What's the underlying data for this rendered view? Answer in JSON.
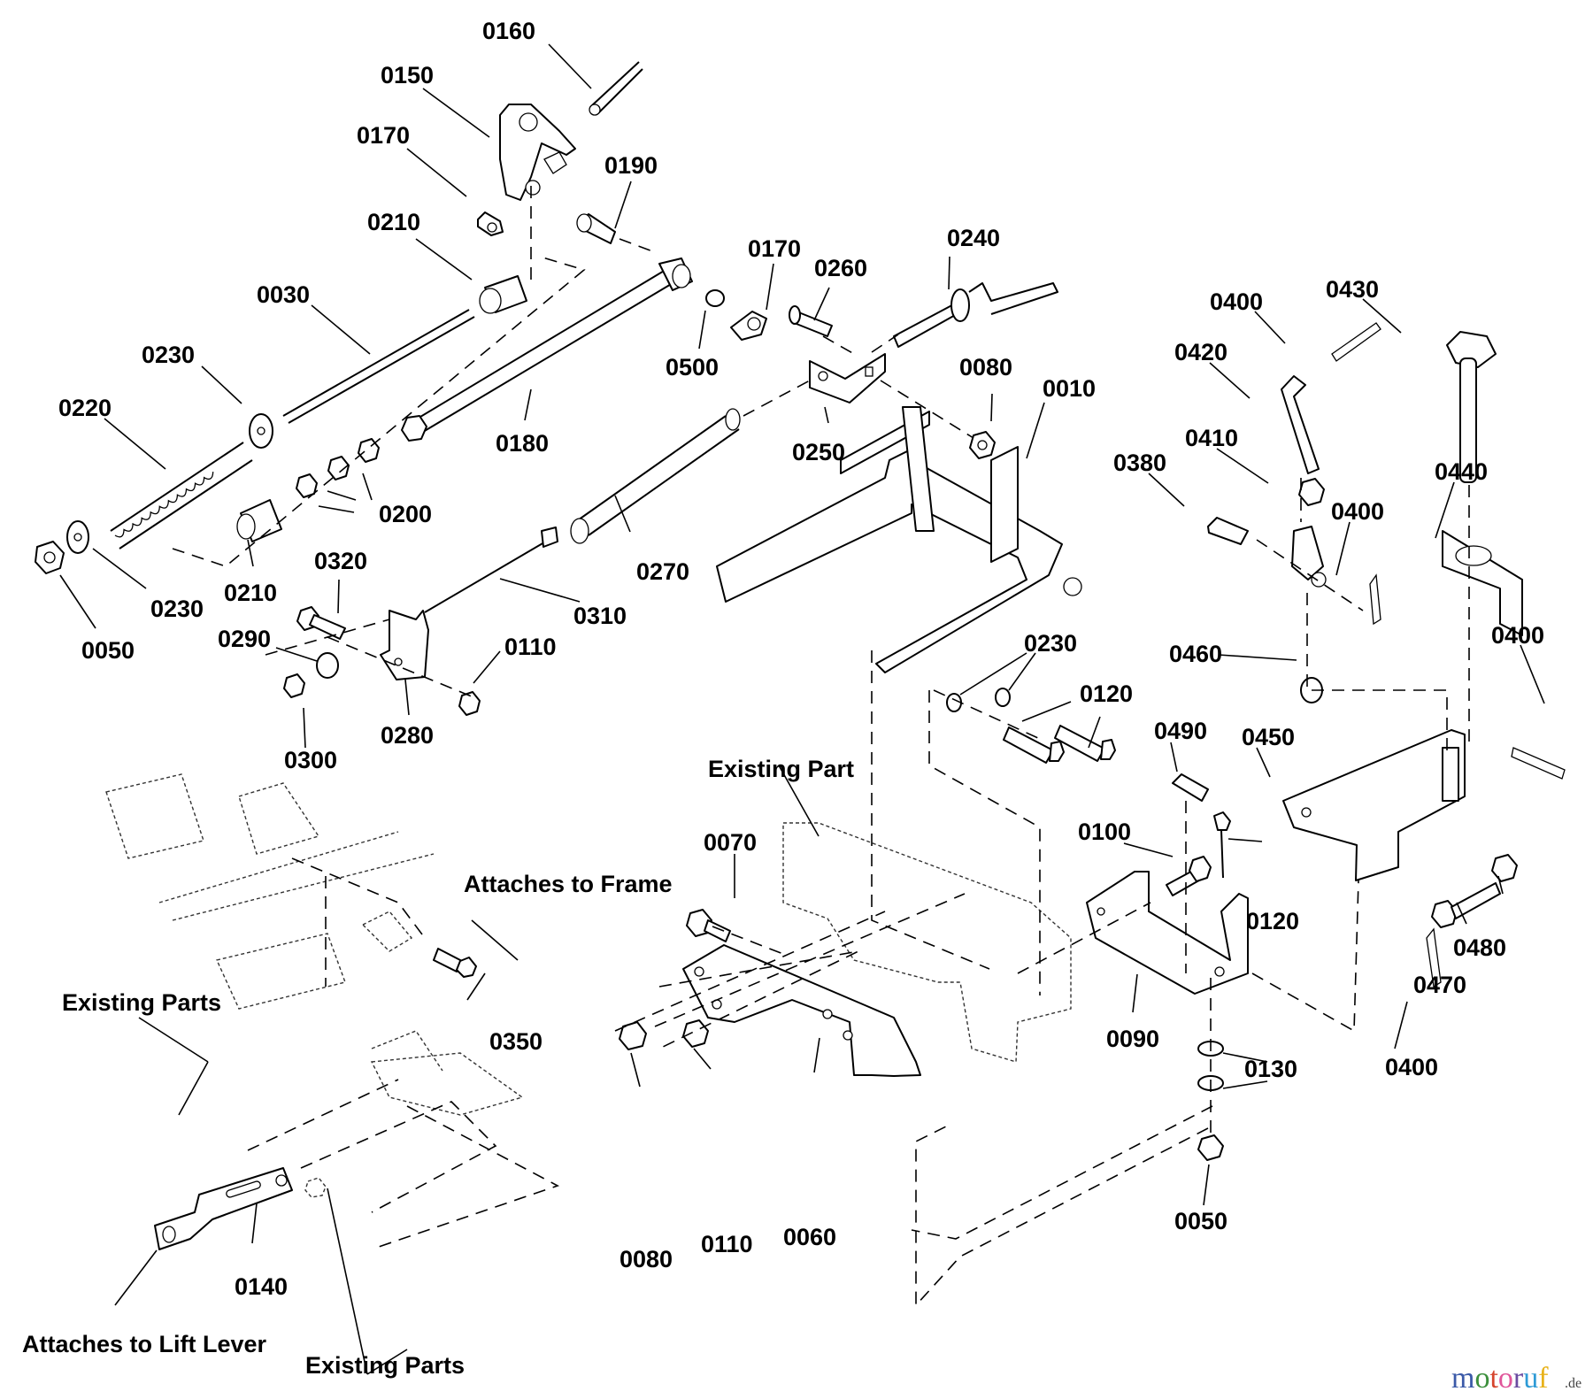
{
  "diagram": {
    "type": "exploded-parts-diagram",
    "callouts": [
      {
        "id": "c0160",
        "label": "0160"
      },
      {
        "id": "c0150",
        "label": "0150"
      },
      {
        "id": "c0170a",
        "label": "0170"
      },
      {
        "id": "c0190",
        "label": "0190"
      },
      {
        "id": "c0210a",
        "label": "0210"
      },
      {
        "id": "c0030",
        "label": "0030"
      },
      {
        "id": "c0230a",
        "label": "0230"
      },
      {
        "id": "c0220",
        "label": "0220"
      },
      {
        "id": "c0170b",
        "label": "0170"
      },
      {
        "id": "c0240",
        "label": "0240"
      },
      {
        "id": "c0260",
        "label": "0260"
      },
      {
        "id": "c0500",
        "label": "0500"
      },
      {
        "id": "c0180",
        "label": "0180"
      },
      {
        "id": "c0080a",
        "label": "0080"
      },
      {
        "id": "c0010",
        "label": "0010"
      },
      {
        "id": "c0250",
        "label": "0250"
      },
      {
        "id": "c0200",
        "label": "0200"
      },
      {
        "id": "c0050a",
        "label": "0050"
      },
      {
        "id": "c0230b",
        "label": "0230"
      },
      {
        "id": "c0210b",
        "label": "0210"
      },
      {
        "id": "c0270",
        "label": "0270"
      },
      {
        "id": "c0320",
        "label": "0320"
      },
      {
        "id": "c0310",
        "label": "0310"
      },
      {
        "id": "c0290",
        "label": "0290"
      },
      {
        "id": "c0110a",
        "label": "0110"
      },
      {
        "id": "c0300",
        "label": "0300"
      },
      {
        "id": "c0280",
        "label": "0280"
      },
      {
        "id": "c0230c",
        "label": "0230"
      },
      {
        "id": "c0120a",
        "label": "0120"
      },
      {
        "id": "c0400a",
        "label": "0400"
      },
      {
        "id": "c0430",
        "label": "0430"
      },
      {
        "id": "c0420",
        "label": "0420"
      },
      {
        "id": "c0410",
        "label": "0410"
      },
      {
        "id": "c0380",
        "label": "0380"
      },
      {
        "id": "c0440",
        "label": "0440"
      },
      {
        "id": "c0400b",
        "label": "0400"
      },
      {
        "id": "c0460",
        "label": "0460"
      },
      {
        "id": "c0400c",
        "label": "0400"
      },
      {
        "id": "c0490",
        "label": "0490"
      },
      {
        "id": "c0450",
        "label": "0450"
      },
      {
        "id": "c0100",
        "label": "0100"
      },
      {
        "id": "c0120b",
        "label": "0120"
      },
      {
        "id": "c0480",
        "label": "0480"
      },
      {
        "id": "c0470",
        "label": "0470"
      },
      {
        "id": "c0090",
        "label": "0090"
      },
      {
        "id": "c0130",
        "label": "0130"
      },
      {
        "id": "c0400d",
        "label": "0400"
      },
      {
        "id": "c0050b",
        "label": "0050"
      },
      {
        "id": "c0070",
        "label": "0070"
      },
      {
        "id": "c0060",
        "label": "0060"
      },
      {
        "id": "c0110b",
        "label": "0110"
      },
      {
        "id": "c0080b",
        "label": "0080"
      },
      {
        "id": "c0350",
        "label": "0350"
      },
      {
        "id": "c0140",
        "label": "0140"
      }
    ],
    "annotations": {
      "existing_part": "Existing Part",
      "attaches_to_frame": "Attaches to Frame",
      "existing_parts_left": "Existing Parts",
      "attaches_to_lift_lever": "Attaches to Lift Lever",
      "existing_parts_bottom": "Existing Parts"
    }
  },
  "watermark": {
    "letters": [
      {
        "ch": "m",
        "color": "#3b5aa8"
      },
      {
        "ch": "o",
        "color": "#3c8f3c"
      },
      {
        "ch": "t",
        "color": "#d6452e"
      },
      {
        "ch": "o",
        "color": "#e0559a"
      },
      {
        "ch": "r",
        "color": "#6a4ba0"
      },
      {
        "ch": "u",
        "color": "#2e9bd6"
      },
      {
        "ch": "f",
        "color": "#e8b21a"
      }
    ],
    "suffix": ".de"
  }
}
